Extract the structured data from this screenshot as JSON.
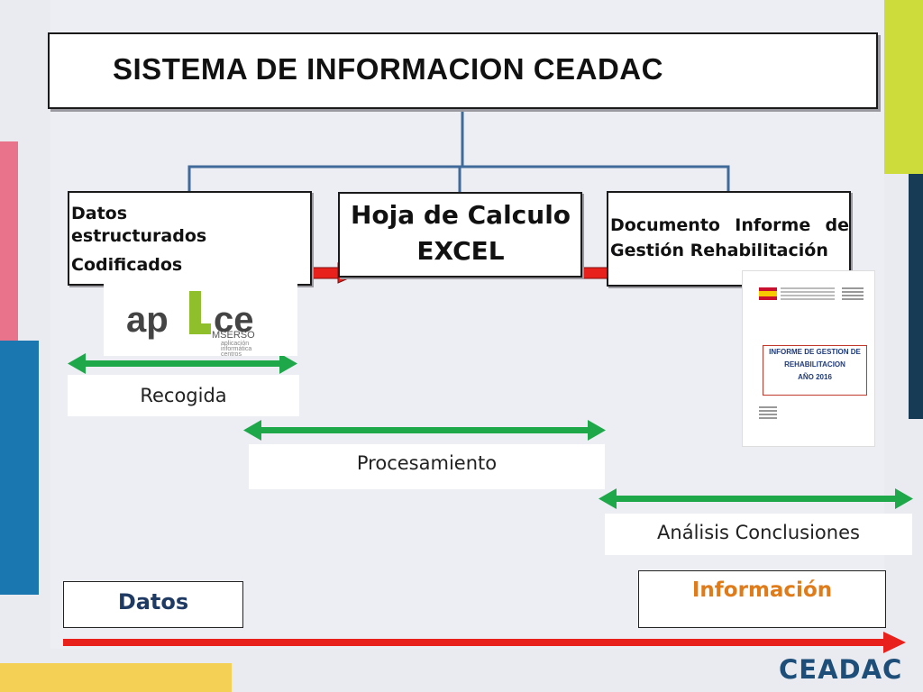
{
  "title": "SISTEMA DE INFORMACION CEADAC",
  "boxes": {
    "datos_estructurados": {
      "line1": "Datos",
      "line2": "estructurados",
      "line3": "Codificados"
    },
    "excel": {
      "line1": "Hoja de Calculo",
      "line2": "EXCEL"
    },
    "informe": {
      "line1": "Documento Informe de",
      "line2": "Gestión Rehabilitación"
    }
  },
  "images": {
    "aplice_logo": {
      "brand": "aplice",
      "sub": "MSERSO",
      "tag1": "aplicación",
      "tag2": "informática",
      "tag3": "centros"
    },
    "report_cover": {
      "line1": "INFORME DE GESTION DE",
      "line2": "REHABILITACION",
      "line3": "AÑO 2016"
    }
  },
  "phases": {
    "recogida": "Recogida",
    "procesamiento": "Procesamiento",
    "analisis": "Análisis Conclusiones"
  },
  "flow": {
    "datos": "Datos",
    "informacion": "Información"
  },
  "footer_logo": "CEADAC",
  "colors": {
    "connector": "#3f6a9a",
    "red_arrow": "#e8211c",
    "green_arrow": "#1fa84a",
    "informacion_text": "#e07b1a",
    "datos_text": "#1f3b64",
    "deco_pink": "#e8738a",
    "deco_blue": "#1a77b0",
    "deco_lime": "#cddc3a",
    "deco_navy": "#173a55",
    "deco_yellow": "#f4d155"
  }
}
